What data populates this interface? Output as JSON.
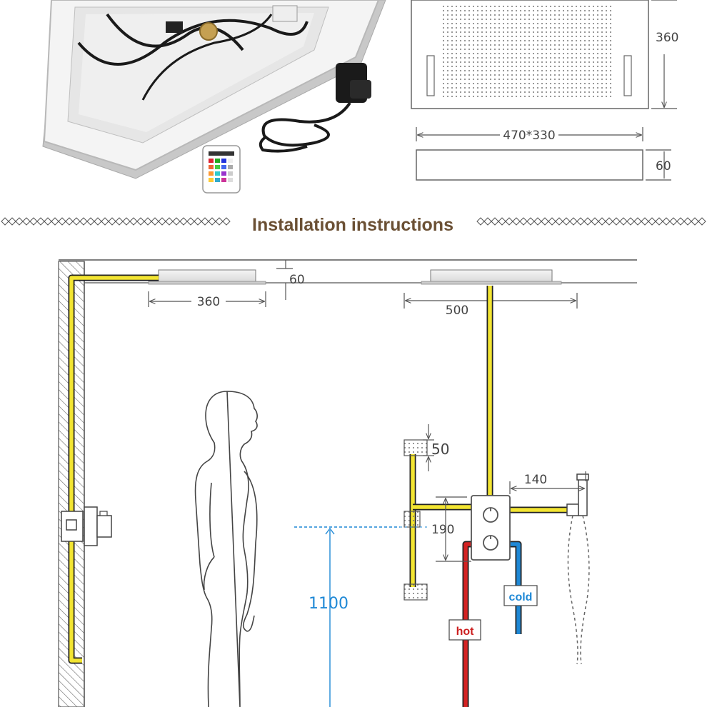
{
  "section_title": "Installation instructions",
  "colors": {
    "title": "#6b5034",
    "pipe_yellow": "#f3e532",
    "hot": "#cc1f1f",
    "cold": "#1e88d6",
    "height_line": "#1e88d6"
  },
  "product_drawing": {
    "top_view_height": "360",
    "body_size": "470*330",
    "body_depth": "60"
  },
  "install_drawing": {
    "ceiling_depth": "60",
    "head_width": "360",
    "head_to_wall": "500",
    "jet_size": "50",
    "valve_to_handshower": "140",
    "jet_to_valve": "190",
    "valve_height": "1100",
    "hot_label": "hot",
    "cold_label": "cold"
  },
  "photo_labels": {
    "remote_icon": "remote-control-icon",
    "adapter_icon": "power-adapter-icon"
  }
}
